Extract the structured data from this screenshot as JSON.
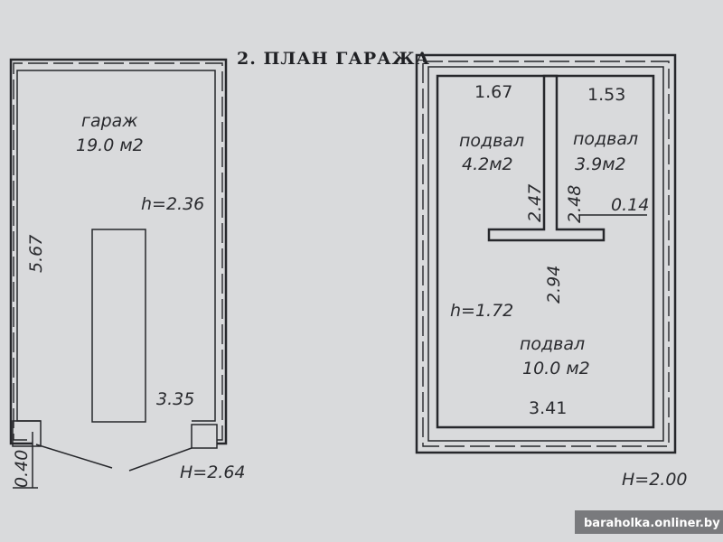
{
  "title": "2. ПЛАН ГАРАЖА",
  "garage": {
    "room_name": "гараж",
    "room_area": "19.0 м2",
    "height": "h=2.36",
    "length": "5.67",
    "pit_width": "3.35",
    "door_height": "H=2.64",
    "pillar": "0.40"
  },
  "basement": {
    "left_cell": {
      "width": "1.67",
      "name": "подвал",
      "area": "4.2м2",
      "depth": "2.47"
    },
    "right_cell": {
      "width": "1.53",
      "name": "подвал",
      "area": "3.9м2",
      "depth": "2.48"
    },
    "wall_thickness": "0.14",
    "main_depth": "2.94",
    "height": "h=1.72",
    "main_name": "подвал",
    "main_area": "10.0 м2",
    "main_width": "3.41",
    "outer_height": "H=2.00"
  },
  "watermark": "baraholka.onliner.by"
}
